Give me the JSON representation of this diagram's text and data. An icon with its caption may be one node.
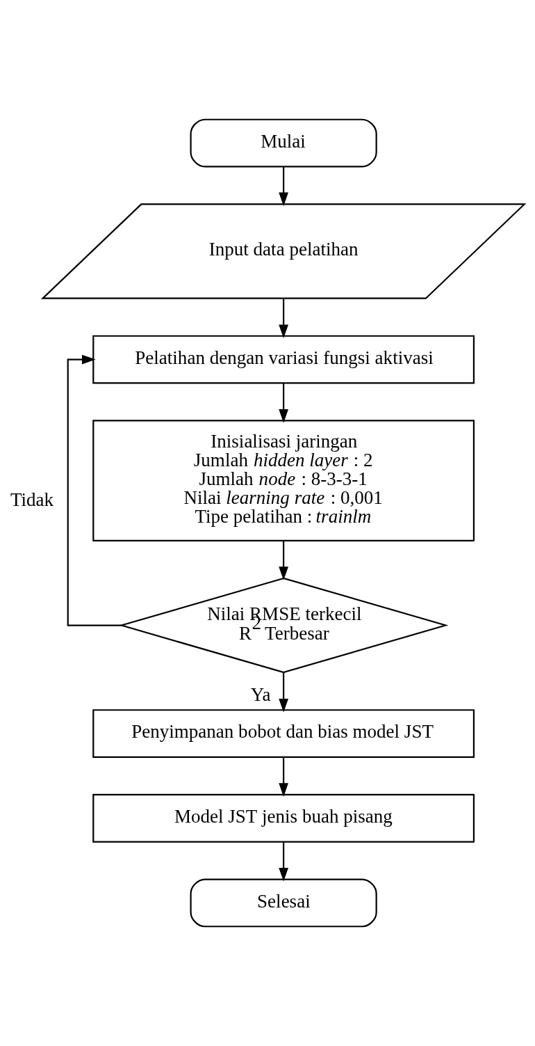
{
  "diagram": {
    "nodes": [
      {
        "text": [
          "Mulai"
        ]
      },
      {
        "text": [
          "Input data pelatihan"
        ]
      },
      {
        "text": [
          "Pelatihan dengan variasi fungsi aktivasi"
        ]
      },
      {
        "text": [
          "Inisialisasi jaringan",
          "Jumlah *hidden layer* : 2",
          "Jumlah *node* : 8-3-3-1",
          "Nilai *learning rate* : 0,001",
          "Tipe pelatihan : *trainlm*"
        ]
      },
      {
        "text": [
          "Nilai RMSE terkecil",
          "R$^{2}$ Terbesar"
        ]
      },
      {
        "text": [
          "Penyimpanan bobot dan bias model JST"
        ]
      },
      {
        "text": [
          "Model JST jenis buah pisang"
        ]
      },
      {
        "text": [
          "Selesai"
        ]
      }
    ],
    "edges": [
      {
        "from": 0,
        "to": 1,
        "arrow": "to"
      },
      {
        "from": 1,
        "to": 2,
        "arrow": "to"
      },
      {
        "from": 2,
        "to": 3,
        "arrow": "to"
      },
      {
        "from": 3,
        "to": 4,
        "arrow": "to"
      },
      {
        "from": 4,
        "to": 2,
        "arrow": "to",
        "label": "Tidak"
      },
      {
        "from": 4,
        "to": 5,
        "arrow": "to",
        "label": "Ya"
      },
      {
        "from": 5,
        "to": 6,
        "arrow": "to"
      },
      {
        "from": 6,
        "to": 7,
        "arrow": "to"
      }
    ]
  }
}
